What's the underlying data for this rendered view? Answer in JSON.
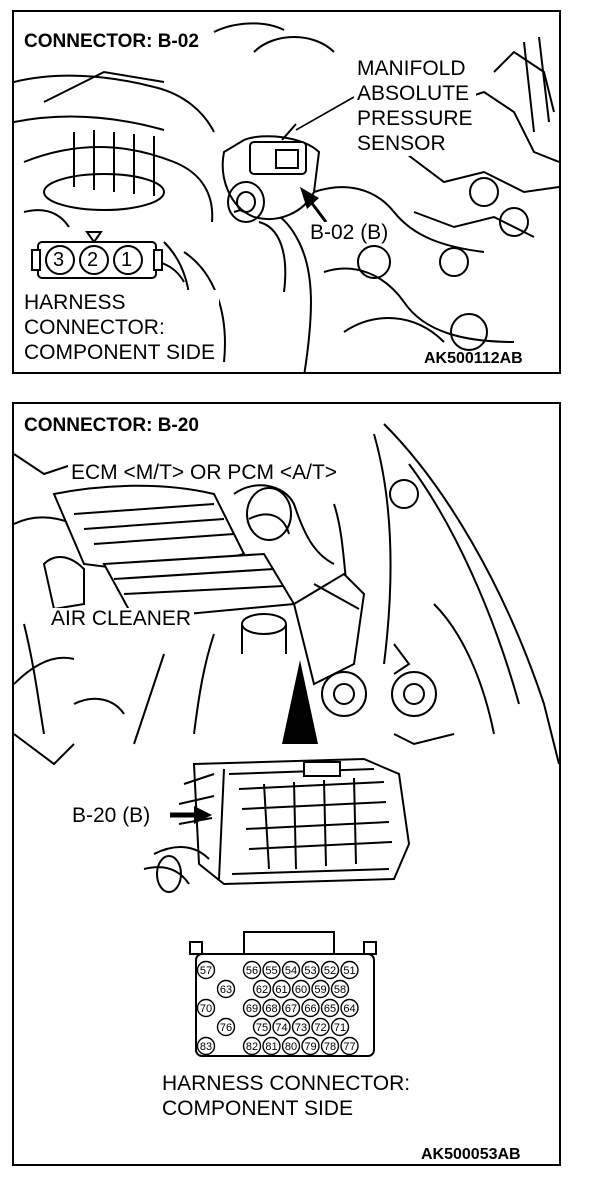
{
  "panels": [
    {
      "title": "CONNECTOR: B-02",
      "part_label_lines": [
        "MANIFOLD",
        "ABSOLUTE",
        "PRESSURE",
        "SENSOR"
      ],
      "connector_ref": "B-02 (B)",
      "pins": [
        "3",
        "2",
        "1"
      ],
      "harness_label_lines": [
        "HARNESS",
        "CONNECTOR:",
        "COMPONENT SIDE"
      ],
      "figure_code": "AK500112AB"
    },
    {
      "title": "CONNECTOR: B-20",
      "part_label": "ECM <M/T> OR PCM <A/T>",
      "air_cleaner_label": "AIR CLEANER",
      "connector_ref": "B-20 (B)",
      "pin_rows": [
        [
          "57",
          "56",
          "55",
          "54",
          "53",
          "52",
          "51"
        ],
        [
          "63",
          "62",
          "61",
          "60",
          "59",
          "58"
        ],
        [
          "70",
          "69",
          "68",
          "67",
          "66",
          "65",
          "64"
        ],
        [
          "76",
          "75",
          "74",
          "73",
          "72",
          "71"
        ],
        [
          "83",
          "82",
          "81",
          "80",
          "79",
          "78",
          "77"
        ]
      ],
      "harness_label_lines": [
        "HARNESS CONNECTOR:",
        "COMPONENT SIDE"
      ],
      "figure_code": "AK500053AB"
    }
  ]
}
